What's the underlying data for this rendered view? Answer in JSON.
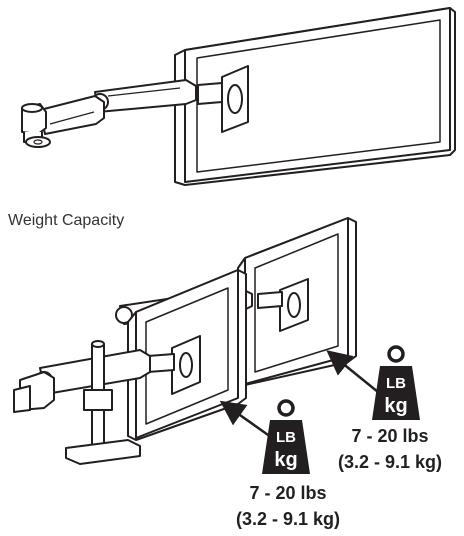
{
  "caption": "Weight Capacity",
  "weight_icon": {
    "line1": "LB",
    "line2": "kg",
    "icon_name": "kettlebell-weight-icon"
  },
  "right_monitor_spec": {
    "range_lbs": "7 - 20 lbs",
    "range_kg": "(3.2 - 9.1 kg)"
  },
  "left_monitor_spec": {
    "range_lbs": "7 - 20 lbs",
    "range_kg": "(3.2 - 9.1 kg)"
  },
  "colors": {
    "line": "#231f20",
    "weight": "#231f20",
    "weight_text": "#ffffff",
    "monitor_face": "#ffffff"
  }
}
